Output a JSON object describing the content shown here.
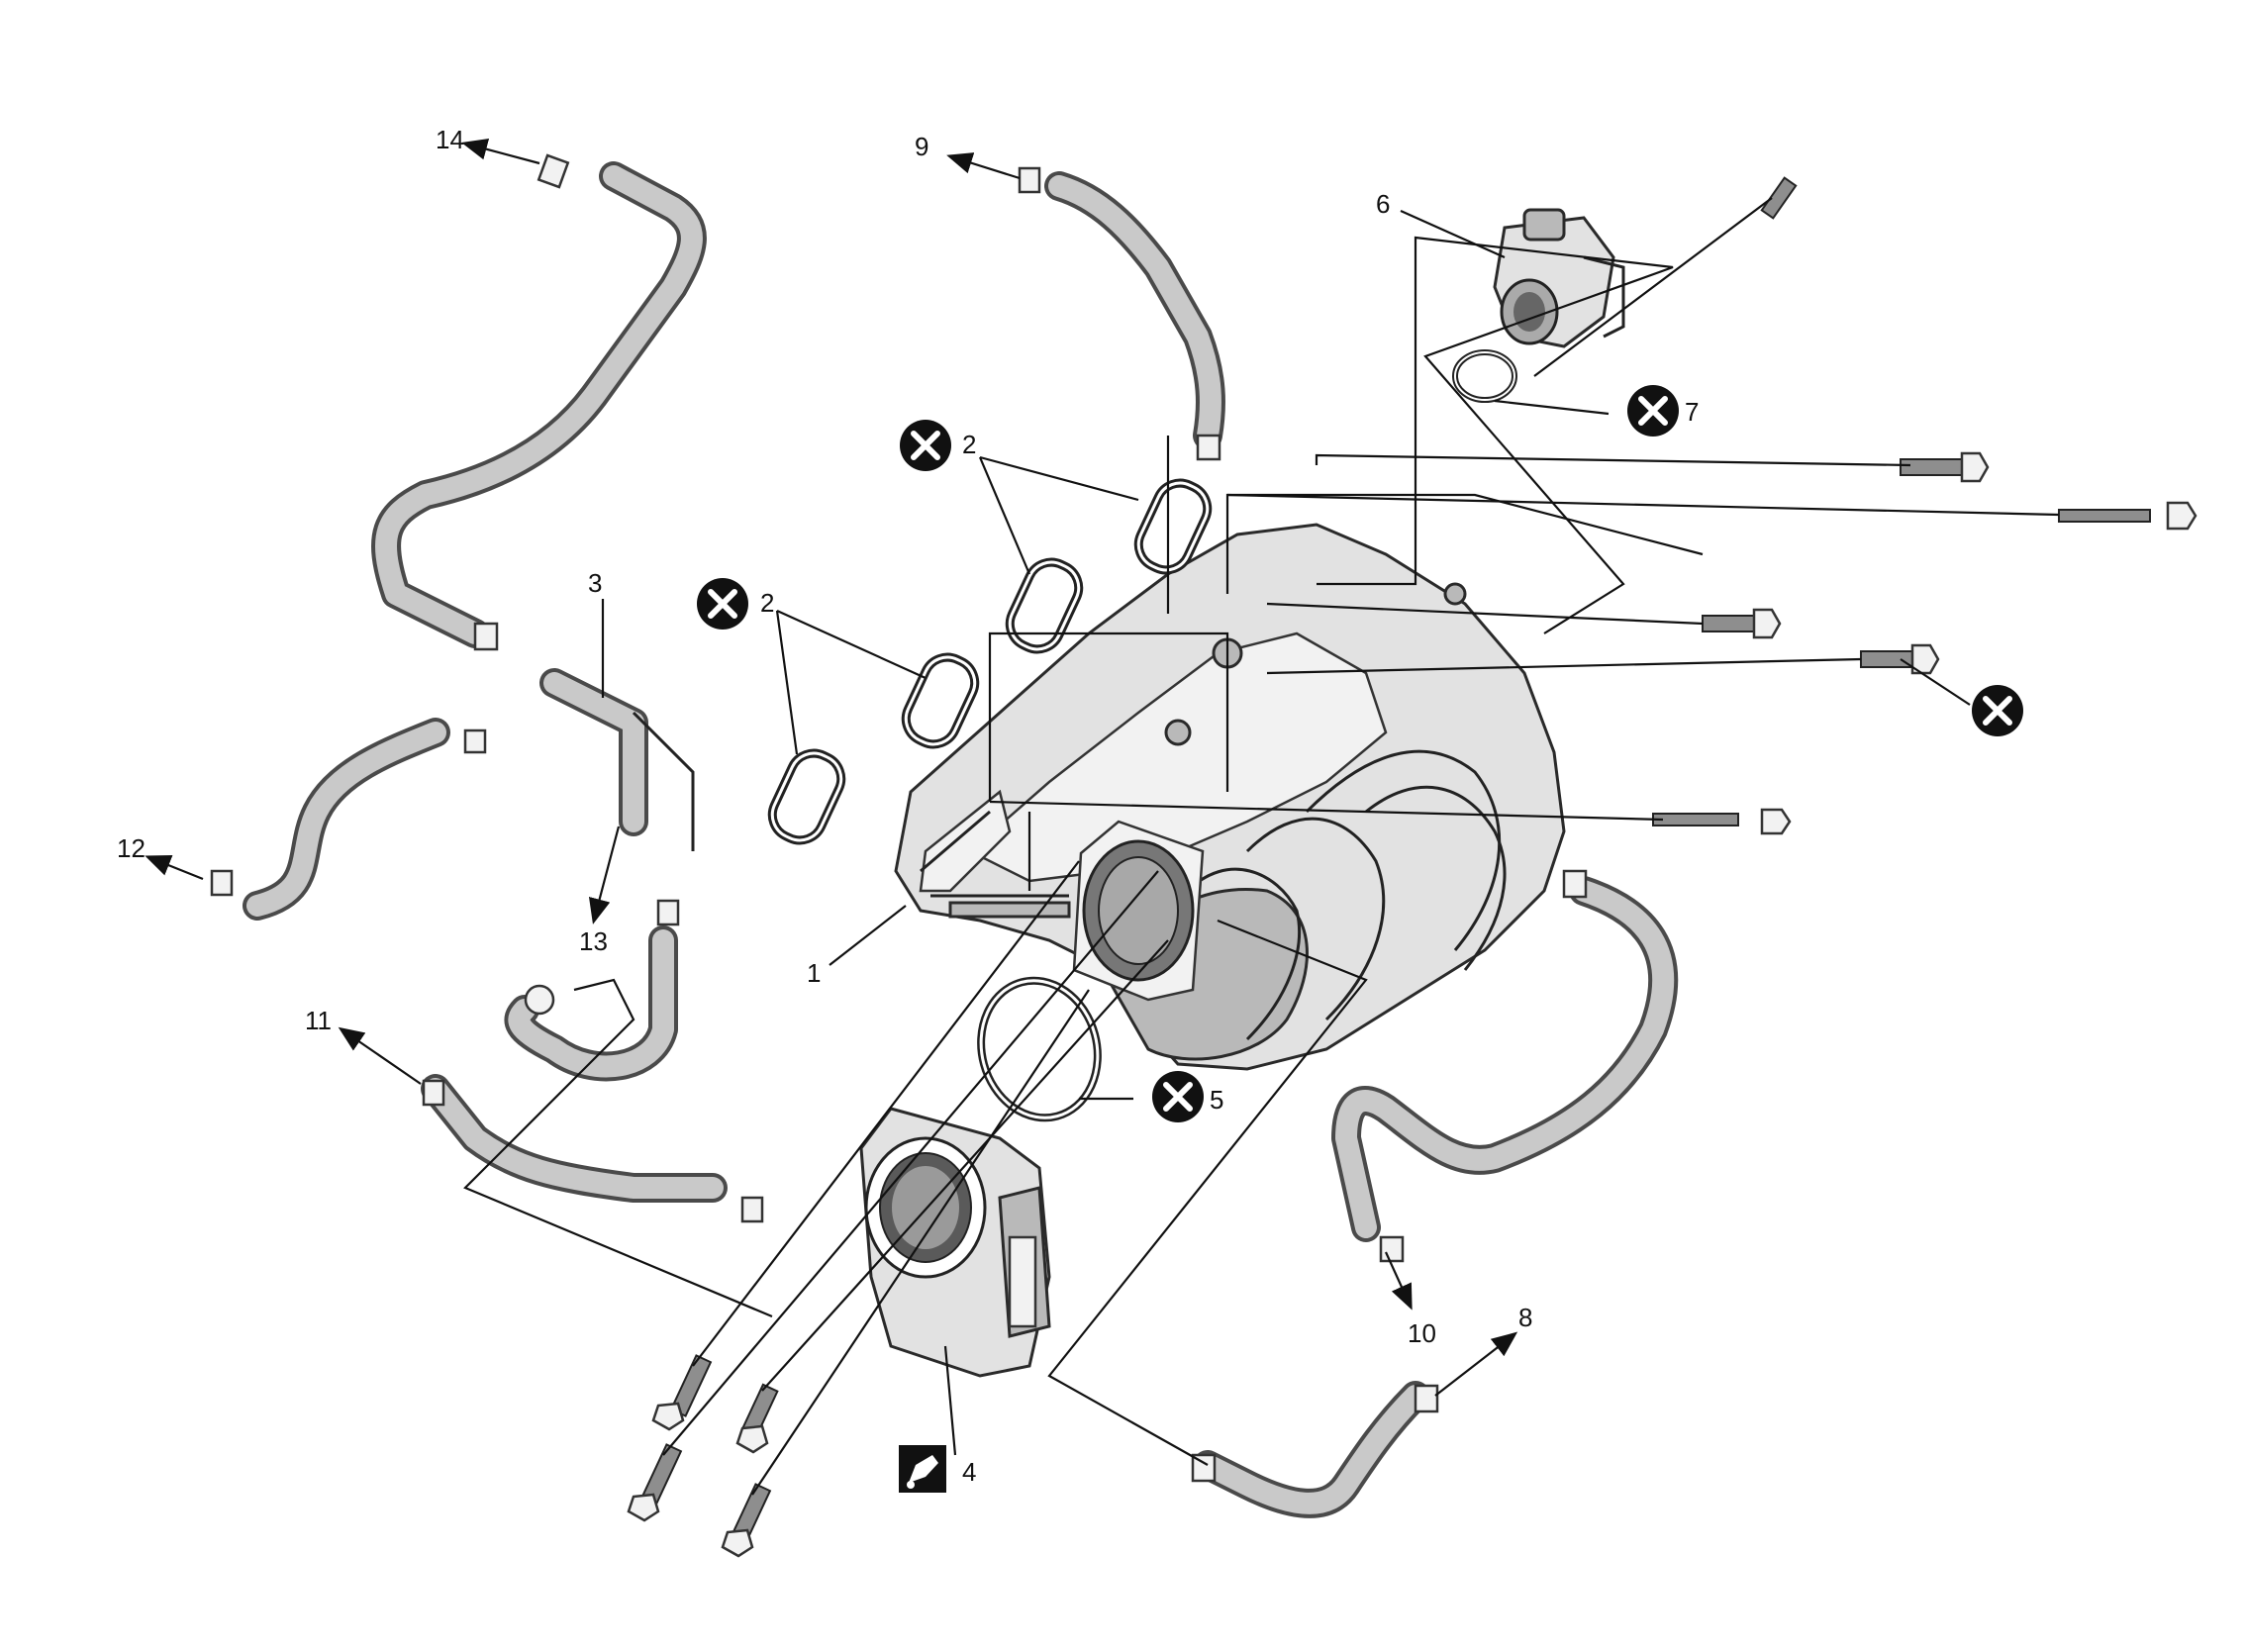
{
  "callouts": {
    "c1": "1",
    "c2a": "2",
    "c2b": "2",
    "c3": "3",
    "c4": "4",
    "c5": "5",
    "c6": "6",
    "c7": "7",
    "c8": "8",
    "c9": "9",
    "c10": "10",
    "c11": "11",
    "c12": "12",
    "c13": "13",
    "c14": "14"
  },
  "icons": {
    "do_not_reuse": "x-circle-icon",
    "sealant": "sealant-icon"
  },
  "colors": {
    "line": "#111111",
    "hose": "#4a4a4a",
    "part_fill": "#e2e2e2"
  }
}
